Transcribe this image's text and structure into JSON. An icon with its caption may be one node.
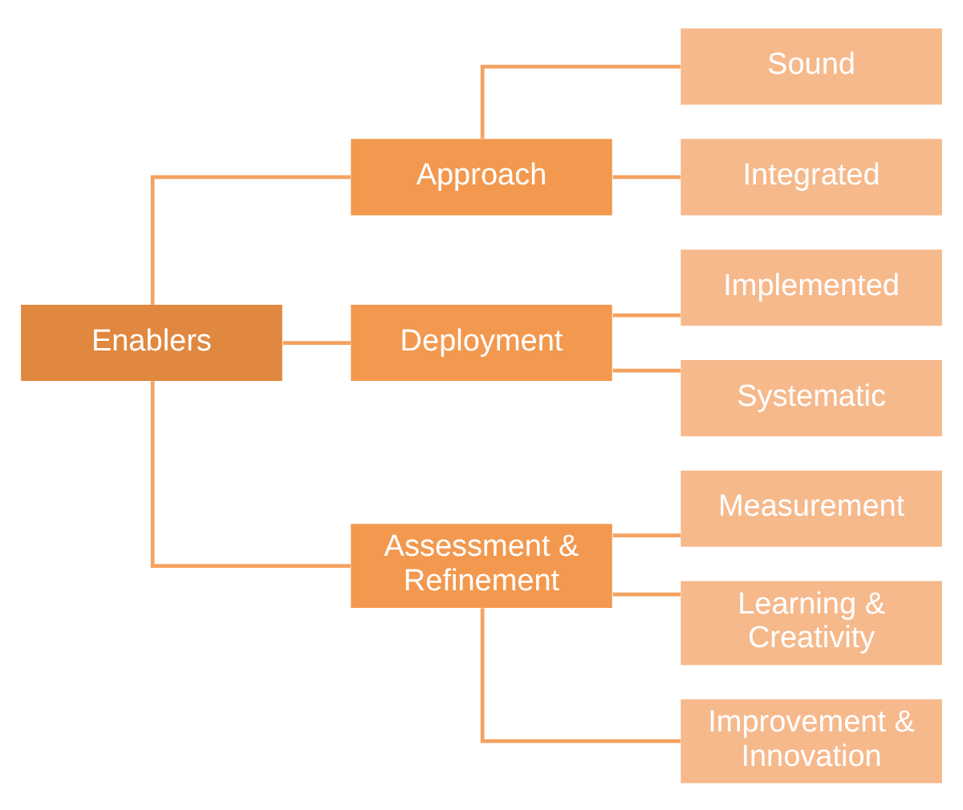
{
  "diagram": {
    "nodes": [
      {
        "text": [
          "Enablers"
        ]
      },
      {
        "text": [
          "Approach"
        ]
      },
      {
        "text": [
          "Deployment"
        ]
      },
      {
        "text": [
          "Assessment & Refinement"
        ]
      },
      {
        "text": [
          "Sound"
        ]
      },
      {
        "text": [
          "Integrated"
        ]
      },
      {
        "text": [
          "Implemented"
        ]
      },
      {
        "text": [
          "Systematic"
        ]
      },
      {
        "text": [
          "Measurement"
        ]
      },
      {
        "text": [
          "Learning & Creativity"
        ]
      },
      {
        "text": [
          "Improvement & Innovation"
        ]
      }
    ],
    "edges": [
      {
        "from": 0,
        "to": 1,
        "arrow": "none"
      },
      {
        "from": 0,
        "to": 2,
        "arrow": "none"
      },
      {
        "from": 0,
        "to": 3,
        "arrow": "none"
      },
      {
        "from": 1,
        "to": 4,
        "arrow": "none"
      },
      {
        "from": 1,
        "to": 5,
        "arrow": "none"
      },
      {
        "from": 2,
        "to": 6,
        "arrow": "none"
      },
      {
        "from": 2,
        "to": 7,
        "arrow": "none"
      },
      {
        "from": 3,
        "to": 8,
        "arrow": "none"
      },
      {
        "from": 3,
        "to": 9,
        "arrow": "none"
      },
      {
        "from": 3,
        "to": 10,
        "arrow": "none"
      }
    ]
  }
}
